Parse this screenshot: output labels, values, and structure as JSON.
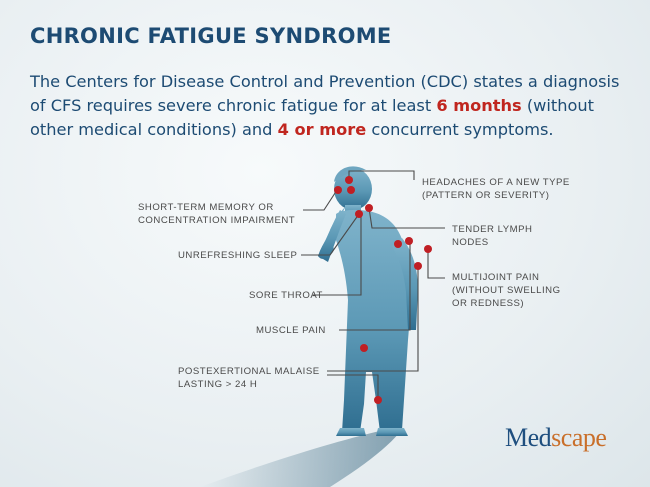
{
  "title": "CHRONIC FATIGUE SYNDROME",
  "intro": {
    "part1": "The Centers for Disease Control and Prevention (CDC) states a diagnosis of CFS requires severe chronic fatigue for at least ",
    "highlight1": "6 months",
    "part2": " (without other medical conditions) and ",
    "highlight2": "4 or more",
    "part3": " concurrent symptoms."
  },
  "symptoms": {
    "headaches": {
      "line1": "HEADACHES OF A NEW TYPE",
      "line2": "(PATTERN OR SEVERITY)"
    },
    "memory": {
      "line1": "SHORT-TERM MEMORY OR",
      "line2": "CONCENTRATION IMPAIRMENT"
    },
    "lymph": {
      "line1": "TENDER LYMPH",
      "line2": "NODES"
    },
    "sleep": {
      "line1": "UNREFRESHING SLEEP"
    },
    "multijoint": {
      "line1": "MULTIJOINT PAIN",
      "line2": "(WITHOUT SWELLING",
      "line3": "OR REDNESS)"
    },
    "throat": {
      "line1": "SORE THROAT"
    },
    "muscle": {
      "line1": "MUSCLE PAIN"
    },
    "malaise": {
      "line1": "POSTEXERTIONAL MALAISE",
      "line2": "LASTING > 24 H"
    }
  },
  "logo": {
    "part1": "Med",
    "part2": "scape"
  },
  "colors": {
    "title": "#1d4b73",
    "highlight": "#c0261f",
    "dot": "#c01f24",
    "silhouette": "#5e9cb8",
    "leader": "#4a4a4a"
  }
}
